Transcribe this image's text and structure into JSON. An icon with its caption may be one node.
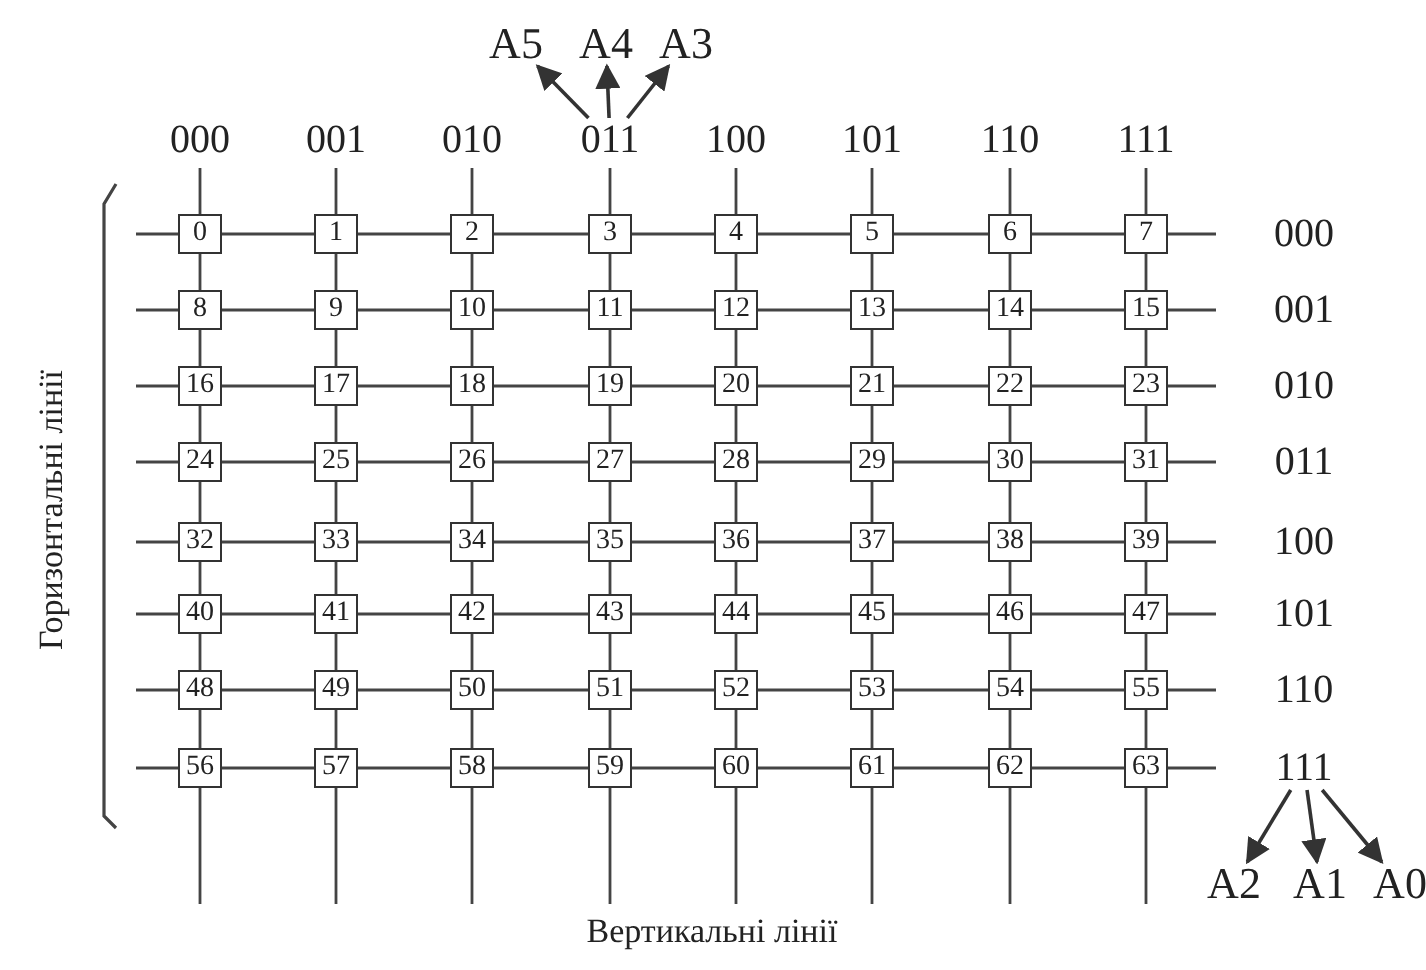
{
  "diagram": {
    "nodes": [
      {
        "text": [
          "0"
        ]
      },
      {
        "text": [
          "1"
        ]
      },
      {
        "text": [
          "2"
        ]
      },
      {
        "text": [
          "3"
        ]
      },
      {
        "text": [
          "4"
        ]
      },
      {
        "text": [
          "5"
        ]
      },
      {
        "text": [
          "6"
        ]
      },
      {
        "text": [
          "7"
        ]
      },
      {
        "text": [
          "8"
        ]
      },
      {
        "text": [
          "9"
        ]
      },
      {
        "text": [
          "10"
        ]
      },
      {
        "text": [
          "11"
        ]
      },
      {
        "text": [
          "12"
        ]
      },
      {
        "text": [
          "13"
        ]
      },
      {
        "text": [
          "14"
        ]
      },
      {
        "text": [
          "15"
        ]
      },
      {
        "text": [
          "16"
        ]
      },
      {
        "text": [
          "17"
        ]
      },
      {
        "text": [
          "18"
        ]
      },
      {
        "text": [
          "19"
        ]
      },
      {
        "text": [
          "20"
        ]
      },
      {
        "text": [
          "21"
        ]
      },
      {
        "text": [
          "22"
        ]
      },
      {
        "text": [
          "23"
        ]
      },
      {
        "text": [
          "24"
        ]
      },
      {
        "text": [
          "25"
        ]
      },
      {
        "text": [
          "26"
        ]
      },
      {
        "text": [
          "27"
        ]
      },
      {
        "text": [
          "28"
        ]
      },
      {
        "text": [
          "29"
        ]
      },
      {
        "text": [
          "30"
        ]
      },
      {
        "text": [
          "31"
        ]
      },
      {
        "text": [
          "32"
        ]
      },
      {
        "text": [
          "33"
        ]
      },
      {
        "text": [
          "34"
        ]
      },
      {
        "text": [
          "35"
        ]
      },
      {
        "text": [
          "36"
        ]
      },
      {
        "text": [
          "37"
        ]
      },
      {
        "text": [
          "38"
        ]
      },
      {
        "text": [
          "39"
        ]
      },
      {
        "text": [
          "40"
        ]
      },
      {
        "text": [
          "41"
        ]
      },
      {
        "text": [
          "42"
        ]
      },
      {
        "text": [
          "43"
        ]
      },
      {
        "text": [
          "44"
        ]
      },
      {
        "text": [
          "45"
        ]
      },
      {
        "text": [
          "46"
        ]
      },
      {
        "text": [
          "47"
        ]
      },
      {
        "text": [
          "48"
        ]
      },
      {
        "text": [
          "49"
        ]
      },
      {
        "text": [
          "50"
        ]
      },
      {
        "text": [
          "51"
        ]
      },
      {
        "text": [
          "52"
        ]
      },
      {
        "text": [
          "53"
        ]
      },
      {
        "text": [
          "54"
        ]
      },
      {
        "text": [
          "55"
        ]
      },
      {
        "text": [
          "56"
        ]
      },
      {
        "text": [
          "57"
        ]
      },
      {
        "text": [
          "58"
        ]
      },
      {
        "text": [
          "59"
        ]
      },
      {
        "text": [
          "60"
        ]
      },
      {
        "text": [
          "61"
        ]
      },
      {
        "text": [
          "62"
        ]
      },
      {
        "text": [
          "63"
        ]
      },
      {
        "text": [
          "011"
        ]
      },
      {
        "text": [
          "111"
        ]
      },
      {
        "text": [
          "A5"
        ]
      },
      {
        "text": [
          "A4"
        ]
      },
      {
        "text": [
          "A3"
        ]
      },
      {
        "text": [
          "A2"
        ]
      },
      {
        "text": [
          "A1"
        ]
      },
      {
        "text": [
          "A0"
        ]
      }
    ],
    "edges": [
      {
        "from": 64,
        "to": 66,
        "arrow": "to"
      },
      {
        "from": 64,
        "to": 67,
        "arrow": "to"
      },
      {
        "from": 64,
        "to": 68,
        "arrow": "to"
      },
      {
        "from": 65,
        "to": 69,
        "arrow": "to"
      },
      {
        "from": 65,
        "to": 70,
        "arrow": "to"
      },
      {
        "from": 65,
        "to": 71,
        "arrow": "to"
      }
    ],
    "labels": [
      "000",
      "001",
      "010",
      "100",
      "101",
      "110",
      "111",
      "000",
      "001",
      "010",
      "011",
      "100",
      "101",
      "110",
      "Горизонтальні лінії",
      "Вертикальні лінії"
    ]
  }
}
